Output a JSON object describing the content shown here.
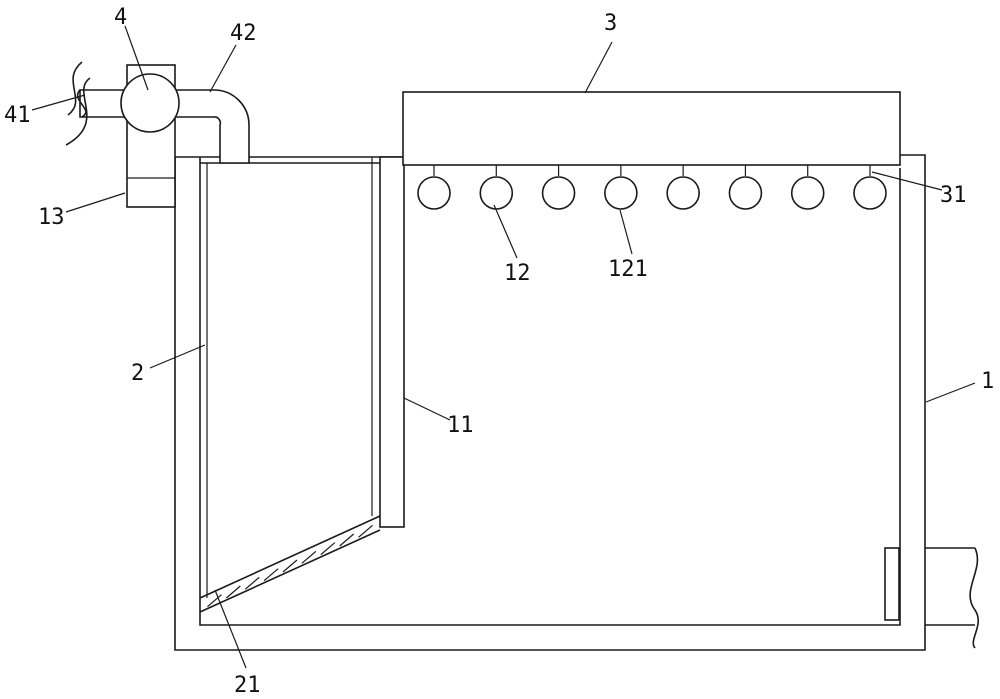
{
  "labels": {
    "l1": "1",
    "l2": "2",
    "l3": "3",
    "l4": "4",
    "l11": "11",
    "l12": "12",
    "l13": "13",
    "l21": "21",
    "l31": "31",
    "l41": "41",
    "l42": "42",
    "l121": "121"
  },
  "nozzles": {
    "count": 8
  },
  "mesh_segments": {
    "count": 9
  }
}
